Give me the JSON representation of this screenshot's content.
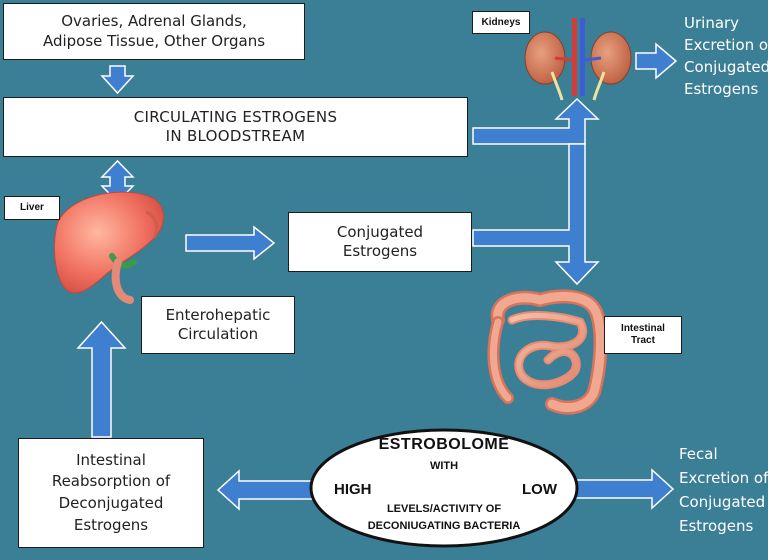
{
  "colors": {
    "background": "#3a7f95",
    "arrow_fill": "#3f7fcf",
    "arrow_stroke": "#ffffff",
    "box_fill": "#ffffff",
    "text": "#222222"
  },
  "boxes": {
    "sources": {
      "lines": [
        "Ovaries, Adrenal Glands,",
        "Adipose Tissue, Other Organs"
      ]
    },
    "circulating": {
      "lines": [
        "CIRCULATING ESTROGENS",
        "IN BLOODSTREAM"
      ]
    },
    "conjugated": {
      "lines": [
        "Conjugated",
        "Estrogens"
      ]
    },
    "enterohepatic": {
      "lines": [
        "Enterohepatic",
        "Circulation"
      ]
    },
    "reabsorption": {
      "lines": [
        "Intestinal",
        "Reabsorption of",
        "Deconjugated",
        "Estrogens"
      ]
    }
  },
  "tags": {
    "kidneys": "Kidneys",
    "liver": "Liver",
    "intestinal_tract": {
      "lines": [
        "Intestinal",
        "Tract"
      ]
    }
  },
  "urinary": {
    "lines": [
      "Urinary",
      "Excretion of",
      "Conjugated",
      "Estrogens"
    ]
  },
  "fecal": {
    "lines": [
      "Fecal",
      "Excretion of",
      "Conjugated",
      "Estrogens"
    ]
  },
  "estrobolome": {
    "title": "ESTROBOLOME",
    "with": "WITH",
    "high": "HIGH",
    "low": "LOW",
    "levels": "LEVELS/ACTIVITY OF",
    "bacteria": "DECONIUGATING BACTERIA"
  }
}
